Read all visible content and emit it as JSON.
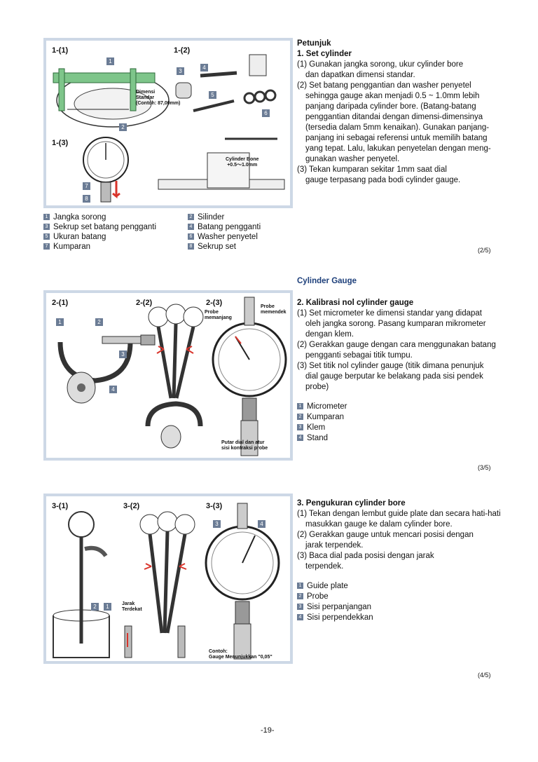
{
  "section1": {
    "fig_labels": [
      "1-(1)",
      "1-(2)",
      "1-(3)"
    ],
    "callout_dimensi": [
      "Dimensi",
      "Standar",
      "(Contoh: 87,00mm)"
    ],
    "callout_cylinder_bone": [
      "Cylinder Bone",
      "+0.5～1.0mm"
    ],
    "badges": [
      "1",
      "2",
      "3",
      "4",
      "5",
      "6",
      "7",
      "8"
    ],
    "legend": [
      {
        "n": "1",
        "text": "Jangka sorong"
      },
      {
        "n": "3",
        "text": "Sekrup set batang pengganti"
      },
      {
        "n": "5",
        "text": "Ukuran batang"
      },
      {
        "n": "7",
        "text": "Kumparan"
      },
      {
        "n": "2",
        "text": "Silinder"
      },
      {
        "n": "4",
        "text": "Batang pengganti"
      },
      {
        "n": "6",
        "text": "Washer penyetel"
      },
      {
        "n": "8",
        "text": "Sekrup set"
      }
    ],
    "heading": "Petunjuk",
    "subheading": "1. Set cylinder",
    "lines": [
      "(1) Gunakan jangka sorong, ukur cylinder bore",
      "dan dapatkan dimensi standar.",
      "(2) Set batang penggantian dan washer penyetel",
      "sehingga gauge akan menjadi 0.5 ~ 1.0mm lebih",
      "panjang daripada cylinder bore. (Batang-batang",
      "penggantian ditandai dengan dimensi-dimensinya",
      "(tersedia dalam 5mm kenaikan). Gunakan panjang-",
      "panjang ini sebagai referensi untuk memilih batang",
      "yang tepat. Lalu, lakukan penyetelan dengan meng-",
      "gunakan washer penyetel.",
      "(3) Tekan kumparan sekitar 1mm saat dial",
      "gauge terpasang pada bodi cylinder gauge."
    ],
    "page": "(2/5)"
  },
  "section2": {
    "title": "Cylinder Gauge",
    "fig_labels": [
      "2-(1)",
      "2-(2)",
      "2-(3)"
    ],
    "probe_memanjang": [
      "Probe",
      "memanjang"
    ],
    "probe_memendek": [
      "Probe",
      "memendek"
    ],
    "putar_note": [
      "Putar dial dan atur",
      "sisi kontraksi probe"
    ],
    "subheading": "2. Kalibrasi nol cylinder gauge",
    "lines": [
      "(1) Set micrometer ke dimensi standar yang didapat",
      "oleh jangka sorong. Pasang kumparan mikrometer",
      "dengan klem.",
      "(2) Gerakkan gauge dengan cara menggunakan batang",
      "pengganti sebagai titik tumpu.",
      "(3) Set titik nol cylinder gauge (titik dimana penunjuk",
      "dial gauge berputar ke belakang pada sisi pendek",
      "probe)"
    ],
    "legend": [
      {
        "n": "1",
        "text": "Micrometer"
      },
      {
        "n": "2",
        "text": "Kumparan"
      },
      {
        "n": "3",
        "text": "Klem"
      },
      {
        "n": "4",
        "text": "Stand"
      }
    ],
    "page": "(3/5)"
  },
  "section3": {
    "fig_labels": [
      "3-(1)",
      "3-(2)",
      "3-(3)"
    ],
    "jarak_note": [
      "Jarak",
      "Terdekat"
    ],
    "contoh_note": [
      "Contoh:",
      "Gauge Menunjukkan \"0,05\""
    ],
    "subheading": "3. Pengukuran cylinder bore",
    "lines": [
      "(1) Tekan dengan lembut guide plate dan secara hati-hati",
      "masukkan gauge ke dalam cylinder bore.",
      "(2) Gerakkan gauge untuk mencari posisi dengan",
      "jarak terpendek.",
      "(3) Baca dial pada posisi dengan jarak",
      "terpendek."
    ],
    "legend": [
      {
        "n": "1",
        "text": "Guide plate"
      },
      {
        "n": "2",
        "text": "Probe"
      },
      {
        "n": "3",
        "text": "Sisi perpanjangan"
      },
      {
        "n": "4",
        "text": "Sisi perpendekkan"
      }
    ],
    "page": "(4/5)"
  },
  "footer_page": "-19-",
  "colors": {
    "frame": "#cdd8e6",
    "badge": "#6b7c95",
    "title": "#1d3f7a",
    "highlight": "#7ec58a",
    "arrow": "#d9342b"
  }
}
